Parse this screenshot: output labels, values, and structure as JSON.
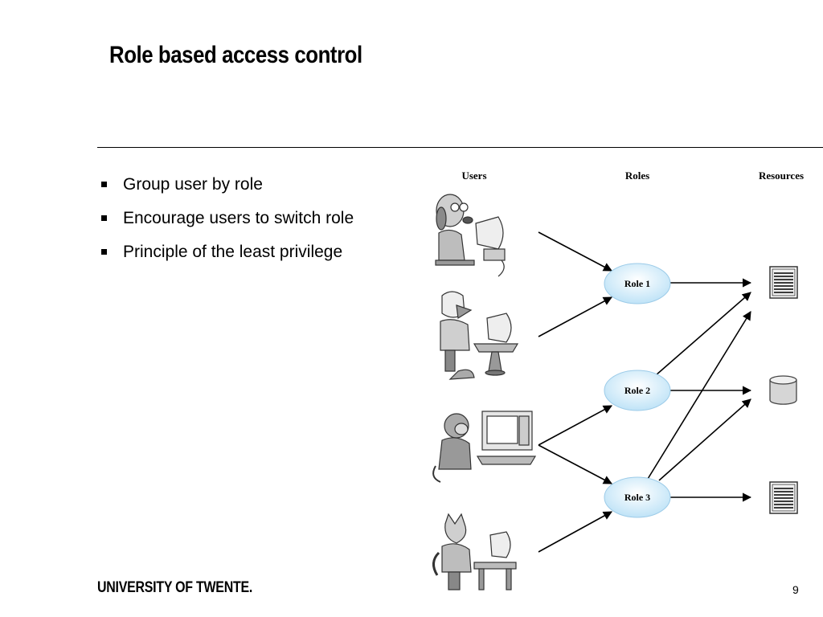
{
  "slide": {
    "title": "Role based access control"
  },
  "bullets": [
    {
      "text": "Group user by role"
    },
    {
      "text": "Encourage users to switch role"
    },
    {
      "text": "Principle of the least privilege"
    }
  ],
  "diagram": {
    "headers": {
      "users": "Users",
      "roles": "Roles",
      "resources": "Resources"
    },
    "roles": [
      {
        "label": "Role 1"
      },
      {
        "label": "Role 2"
      },
      {
        "label": "Role 3"
      }
    ],
    "role_color": "#bfe3f7",
    "users": [
      "dog-user",
      "bird-user",
      "monkey-user",
      "cat-user"
    ],
    "resources": [
      "document",
      "database",
      "document"
    ],
    "edges_user_role": [
      [
        0,
        0
      ],
      [
        1,
        0
      ],
      [
        2,
        1
      ],
      [
        2,
        2
      ],
      [
        3,
        2
      ]
    ],
    "edges_role_resource": [
      [
        0,
        0
      ],
      [
        1,
        1
      ],
      [
        1,
        0
      ],
      [
        2,
        2
      ],
      [
        2,
        1
      ],
      [
        2,
        0
      ]
    ]
  },
  "footer": {
    "logo": "UNIVERSITY OF TWENTE.",
    "page": "9"
  }
}
